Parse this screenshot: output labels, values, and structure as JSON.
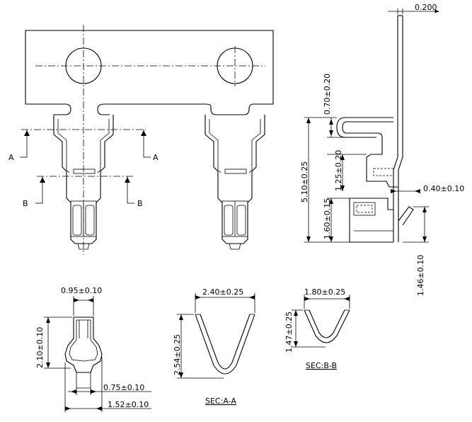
{
  "main_view": {
    "section_a_label": "A",
    "section_b_label": "B"
  },
  "side_view": {
    "dims": {
      "thickness": "0.200",
      "top_tab": "0.70±0.20",
      "overall_height": "5.10±0.25",
      "mid_height": "1.25±0.20",
      "bottom_height": "1.60±0.15",
      "latch_offset": "0.40±0.10",
      "latch_height": "1.46±0.10"
    }
  },
  "front_view": {
    "dims": {
      "top_width": "0.95±0.10",
      "height": "2.10±0.10",
      "inner_width": "0.75±0.10",
      "overall_width": "1.52±0.10"
    }
  },
  "section_aa": {
    "width": "2.40±0.25",
    "height": "2.54±0.25",
    "caption": "SEC:A-A"
  },
  "section_bb": {
    "width": "1.80±0.25",
    "height": "1.47±0.25",
    "caption": "SEC:B-B"
  }
}
